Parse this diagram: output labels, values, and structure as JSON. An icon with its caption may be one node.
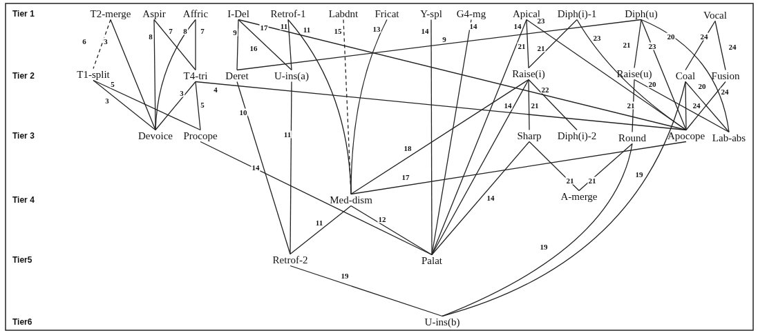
{
  "diagram": {
    "nodes": [
      {
        "text": [
          "T2-merge"
        ]
      },
      {
        "text": [
          "Aspir"
        ]
      },
      {
        "text": [
          "Affric"
        ]
      },
      {
        "text": [
          "I-Del"
        ]
      },
      {
        "text": [
          "Retrof-1"
        ]
      },
      {
        "text": [
          "Labdnt"
        ]
      },
      {
        "text": [
          "Fricat"
        ]
      },
      {
        "text": [
          "Y-spl"
        ]
      },
      {
        "text": [
          "G4-mg"
        ]
      },
      {
        "text": [
          "Apical"
        ]
      },
      {
        "text": [
          "Diph(i)-1"
        ]
      },
      {
        "text": [
          "Diph(u)"
        ]
      },
      {
        "text": [
          "Vocal"
        ]
      },
      {
        "text": [
          "T1-split"
        ]
      },
      {
        "text": [
          "T4-tri"
        ]
      },
      {
        "text": [
          "Deret"
        ]
      },
      {
        "text": [
          "U-ins(a)"
        ]
      },
      {
        "text": [
          "Raise(i)"
        ]
      },
      {
        "text": [
          "Raise(u)"
        ]
      },
      {
        "text": [
          "Coal"
        ]
      },
      {
        "text": [
          "Fusion"
        ]
      },
      {
        "text": [
          "Devoice"
        ]
      },
      {
        "text": [
          "Procope"
        ]
      },
      {
        "text": [
          "Sharp"
        ]
      },
      {
        "text": [
          "Diph(i)-2"
        ]
      },
      {
        "text": [
          "Round"
        ]
      },
      {
        "text": [
          "Apocope"
        ]
      },
      {
        "text": [
          "Lab-abs"
        ]
      },
      {
        "text": [
          "Med-dism"
        ]
      },
      {
        "text": [
          "A-merge"
        ]
      },
      {
        "text": [
          "Retrof-2"
        ]
      },
      {
        "text": [
          "Palat"
        ]
      },
      {
        "text": [
          "U-ins(b)"
        ]
      }
    ],
    "edges": [
      {
        "from": 0,
        "to": 13,
        "arrow": "none",
        "label": "6",
        "style": "dashed"
      },
      {
        "from": 0,
        "to": 21,
        "arrow": "none",
        "label": "3"
      },
      {
        "from": 1,
        "to": 21,
        "arrow": "none",
        "label": "8"
      },
      {
        "from": 1,
        "to": 14,
        "arrow": "none",
        "label": "7"
      },
      {
        "from": 2,
        "to": 21,
        "arrow": "none",
        "label": "8"
      },
      {
        "from": 2,
        "to": 14,
        "arrow": "none",
        "label": "7"
      },
      {
        "from": 3,
        "to": 15,
        "arrow": "none",
        "label": "9"
      },
      {
        "from": 15,
        "to": 11,
        "arrow": "none",
        "label": "9"
      },
      {
        "from": 3,
        "to": 16,
        "arrow": "none",
        "label": "16"
      },
      {
        "from": 3,
        "to": 26,
        "arrow": "none",
        "label": "17"
      },
      {
        "from": 4,
        "to": 16,
        "arrow": "none",
        "label": "11"
      },
      {
        "from": 4,
        "to": 28,
        "arrow": "none",
        "label": "11"
      },
      {
        "from": 5,
        "to": 28,
        "arrow": "none",
        "label": "15",
        "style": "dashed"
      },
      {
        "from": 6,
        "to": 28,
        "arrow": "none",
        "label": "13"
      },
      {
        "from": 7,
        "to": 31,
        "arrow": "none",
        "label": "14"
      },
      {
        "from": 8,
        "to": 31,
        "arrow": "none",
        "label": "14"
      },
      {
        "from": 9,
        "to": 31,
        "arrow": "none",
        "label": "14"
      },
      {
        "from": 9,
        "to": 17,
        "arrow": "none",
        "label": "21"
      },
      {
        "from": 9,
        "to": 26,
        "arrow": "none",
        "label": "23"
      },
      {
        "from": 10,
        "to": 17,
        "arrow": "none",
        "label": "21"
      },
      {
        "from": 10,
        "to": 26,
        "arrow": "none",
        "label": "23"
      },
      {
        "from": 11,
        "to": 18,
        "arrow": "none",
        "label": "21"
      },
      {
        "from": 11,
        "to": 26,
        "arrow": "none",
        "label": "23"
      },
      {
        "from": 11,
        "to": 27,
        "arrow": "none",
        "label": "20"
      },
      {
        "from": 12,
        "to": 19,
        "arrow": "none",
        "label": "24"
      },
      {
        "from": 12,
        "to": 20,
        "arrow": "none",
        "label": "24"
      },
      {
        "from": 13,
        "to": 21,
        "arrow": "none",
        "label": "3"
      },
      {
        "from": 13,
        "to": 22,
        "arrow": "none",
        "label": "5"
      },
      {
        "from": 14,
        "to": 21,
        "arrow": "none",
        "label": "3"
      },
      {
        "from": 14,
        "to": 22,
        "arrow": "none",
        "label": "5"
      },
      {
        "from": 14,
        "to": 26,
        "arrow": "none",
        "label": "4"
      },
      {
        "from": 15,
        "to": 30,
        "arrow": "none",
        "label": "10"
      },
      {
        "from": 16,
        "to": 30,
        "arrow": "none",
        "label": "11"
      },
      {
        "from": 17,
        "to": 23,
        "arrow": "none",
        "label": "21"
      },
      {
        "from": 17,
        "to": 24,
        "arrow": "none",
        "label": "22"
      },
      {
        "from": 17,
        "to": 31,
        "arrow": "none",
        "label": "14"
      },
      {
        "from": 17,
        "to": 28,
        "arrow": "none",
        "label": "18"
      },
      {
        "from": 18,
        "to": 25,
        "arrow": "none",
        "label": "21"
      },
      {
        "from": 18,
        "to": 27,
        "arrow": "none",
        "label": "20"
      },
      {
        "from": 19,
        "to": 26,
        "arrow": "none",
        "label": "24"
      },
      {
        "from": 19,
        "to": 27,
        "arrow": "none",
        "label": "20"
      },
      {
        "from": 19,
        "to": 32,
        "arrow": "none",
        "label": "19"
      },
      {
        "from": 20,
        "to": 26,
        "arrow": "none",
        "label": "24"
      },
      {
        "from": 22,
        "to": 31,
        "arrow": "none",
        "label": "14"
      },
      {
        "from": 23,
        "to": 31,
        "arrow": "none",
        "label": "14"
      },
      {
        "from": 23,
        "to": 29,
        "arrow": "none",
        "label": "21"
      },
      {
        "from": 25,
        "to": 29,
        "arrow": "none",
        "label": "21"
      },
      {
        "from": 25,
        "to": 32,
        "arrow": "none",
        "label": "19"
      },
      {
        "from": 28,
        "to": 26,
        "arrow": "none",
        "label": "17"
      },
      {
        "from": 28,
        "to": 30,
        "arrow": "none",
        "label": "11"
      },
      {
        "from": 28,
        "to": 31,
        "arrow": "none",
        "label": "12"
      },
      {
        "from": 30,
        "to": 32,
        "arrow": "none",
        "label": "19"
      }
    ],
    "labels": [
      "Tier 1",
      "Tier 2",
      "Tier 3",
      "Tier 4",
      "Tier5",
      "Tier6"
    ]
  }
}
